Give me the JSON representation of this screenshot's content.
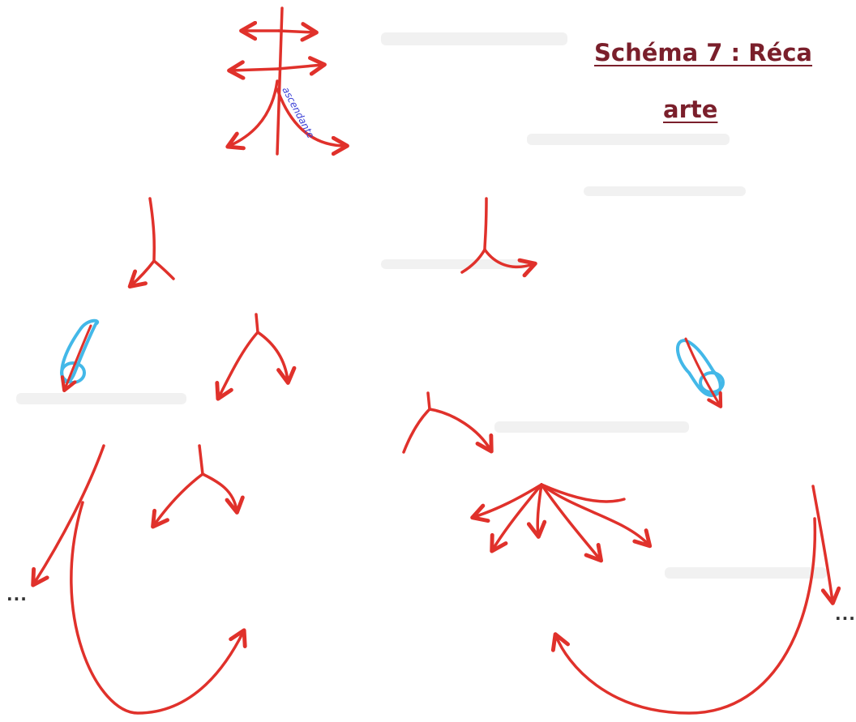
{
  "title": {
    "line1": "Schéma 7 : Réca",
    "line2": "arte"
  },
  "handwritten_label": "ascendante",
  "ellipsis_left": "...",
  "ellipsis_right": "...",
  "colors": {
    "arrow": "#e0312b",
    "highlight": "#43b8e8",
    "handwriting": "#3a3fd6",
    "title": "#7a1f2b"
  }
}
